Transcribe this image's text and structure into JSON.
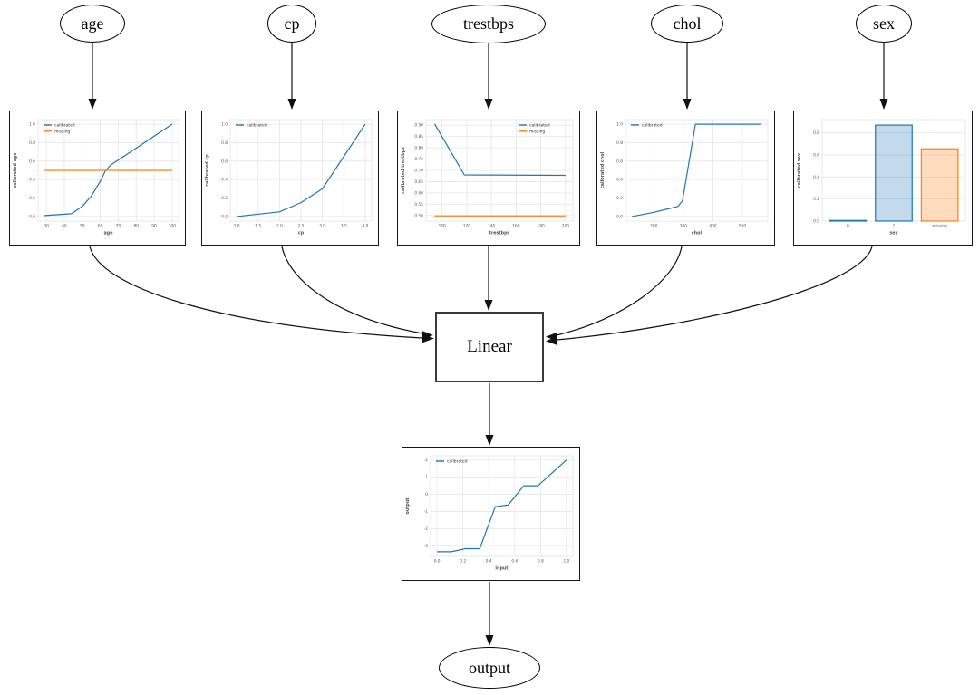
{
  "diagram": {
    "nodes": {
      "age": "age",
      "cp": "cp",
      "trestbps": "trestbps",
      "chol": "chol",
      "sex": "sex",
      "linear": "Linear",
      "output": "output"
    }
  },
  "colors": {
    "calibrated_line": "#1f77b4",
    "missing_line": "#ff7f0e",
    "grid": "#e6e6ea",
    "tick_text": "#555555",
    "edge": "#111111"
  },
  "chart_data": [
    {
      "name": "age-calibrator",
      "type": "line",
      "xlabel": "age",
      "ylabel": "calibrated age",
      "xlim": [
        25.4,
        103.6
      ],
      "ylim": [
        -0.05,
        1.05
      ],
      "xticks": [
        30,
        40,
        50,
        60,
        70,
        80,
        90,
        100
      ],
      "xtick_labels": [
        "30",
        "40",
        "50",
        "60",
        "70",
        "80",
        "90",
        "100"
      ],
      "yticks": [
        0,
        0.2,
        0.4,
        0.6,
        0.8,
        1.0
      ],
      "ytick_labels": [
        "0.0",
        "0.2",
        "0.4",
        "0.6",
        "0.8",
        "1.0"
      ],
      "legend": "nw",
      "series": [
        {
          "name": "calibrated",
          "color": "#1f77b4",
          "points": [
            [
              29,
              0.01
            ],
            [
              44,
              0.03
            ],
            [
              50,
              0.11
            ],
            [
              55,
              0.22
            ],
            [
              60,
              0.38
            ],
            [
              63,
              0.5
            ],
            [
              66,
              0.56
            ],
            [
              100,
              1.0
            ]
          ]
        },
        {
          "name": "missing",
          "color": "#ff7f0e",
          "points": [
            [
              29,
              0.5
            ],
            [
              100,
              0.5
            ]
          ]
        }
      ]
    },
    {
      "name": "cp-calibrator",
      "type": "line",
      "xlabel": "cp",
      "ylabel": "calibrated cp",
      "xlim": [
        0.85,
        4.15
      ],
      "ylim": [
        -0.05,
        1.05
      ],
      "xticks": [
        1,
        1.5,
        2,
        2.5,
        3,
        3.5,
        4
      ],
      "xtick_labels": [
        "1.0",
        "1.5",
        "2.0",
        "2.5",
        "3.0",
        "3.5",
        "4.0"
      ],
      "yticks": [
        0,
        0.2,
        0.4,
        0.6,
        0.8,
        1.0
      ],
      "ytick_labels": [
        "0.0",
        "0.2",
        "0.4",
        "0.6",
        "0.8",
        "1.0"
      ],
      "legend": "nw",
      "series": [
        {
          "name": "calibrated",
          "color": "#1f77b4",
          "points": [
            [
              1,
              0.0
            ],
            [
              2,
              0.05
            ],
            [
              2.5,
              0.15
            ],
            [
              3,
              0.3
            ],
            [
              4,
              1.0
            ]
          ]
        }
      ]
    },
    {
      "name": "trestbps-calibrator",
      "type": "line",
      "xlabel": "trestbps",
      "ylabel": "calibrated trestbps",
      "xlim": [
        87,
        206
      ],
      "ylim": [
        0.475,
        0.925
      ],
      "xticks": [
        100,
        120,
        140,
        160,
        180,
        200
      ],
      "xtick_labels": [
        "100",
        "120",
        "140",
        "160",
        "180",
        "200"
      ],
      "yticks": [
        0.5,
        0.55,
        0.6,
        0.65,
        0.7,
        0.75,
        0.8,
        0.85,
        0.9
      ],
      "ytick_labels": [
        "0.50",
        "0.55",
        "0.60",
        "0.65",
        "0.70",
        "0.75",
        "0.80",
        "0.85",
        "0.90"
      ],
      "legend": "ne",
      "series": [
        {
          "name": "calibrated",
          "color": "#1f77b4",
          "points": [
            [
              94,
              0.905
            ],
            [
              118,
              0.68
            ],
            [
              200,
              0.678
            ]
          ]
        },
        {
          "name": "missing",
          "color": "#ff7f0e",
          "points": [
            [
              94,
              0.498
            ],
            [
              200,
              0.498
            ]
          ]
        }
      ]
    },
    {
      "name": "chol-calibrator",
      "type": "line",
      "xlabel": "chol",
      "ylabel": "calibrated chol",
      "xlim": [
        104,
        586
      ],
      "ylim": [
        -0.05,
        1.05
      ],
      "xticks": [
        200,
        300,
        400,
        500
      ],
      "xtick_labels": [
        "200",
        "300",
        "400",
        "500"
      ],
      "yticks": [
        0,
        0.2,
        0.4,
        0.6,
        0.8,
        1.0
      ],
      "ytick_labels": [
        "0.0",
        "0.2",
        "0.4",
        "0.6",
        "0.8",
        "1.0"
      ],
      "legend": "nw",
      "series": [
        {
          "name": "calibrated",
          "color": "#1f77b4",
          "points": [
            [
              126,
              0.0
            ],
            [
              200,
              0.045
            ],
            [
              245,
              0.08
            ],
            [
              282,
              0.11
            ],
            [
              297,
              0.17
            ],
            [
              341,
              1.0
            ],
            [
              564,
              1.0
            ]
          ]
        }
      ]
    },
    {
      "name": "sex-calibrator",
      "type": "bar",
      "xlabel": "sex",
      "ylabel": "calibrated sex",
      "categories": [
        "0",
        "1",
        "missing"
      ],
      "values": [
        0.006,
        0.87,
        0.655
      ],
      "bar_colors": [
        "#1f77b4",
        "#1f77b4",
        "#ff7f0e"
      ],
      "ylim": [
        0,
        0.92
      ],
      "yticks": [
        0,
        0.2,
        0.4,
        0.6,
        0.8
      ],
      "ytick_labels": [
        "0.0",
        "0.2",
        "0.4",
        "0.6",
        "0.8"
      ],
      "legend": null,
      "series": []
    },
    {
      "name": "output-calibrator",
      "type": "line",
      "xlabel": "input",
      "ylabel": "output",
      "xlim": [
        -0.05,
        1.05
      ],
      "ylim": [
        -3.62,
        2.25
      ],
      "xticks": [
        0,
        0.2,
        0.4,
        0.6,
        0.8,
        1.0
      ],
      "xtick_labels": [
        "0.0",
        "0.2",
        "0.4",
        "0.6",
        "0.8",
        "1.0"
      ],
      "yticks": [
        -3,
        -2,
        -1,
        0,
        1,
        2
      ],
      "ytick_labels": [
        "-3",
        "-2",
        "-1",
        "0",
        "1",
        "2"
      ],
      "legend": "nw",
      "series": [
        {
          "name": "calibrated",
          "color": "#1f77b4",
          "points": [
            [
              0,
              -3.35
            ],
            [
              0.11,
              -3.35
            ],
            [
              0.22,
              -3.17
            ],
            [
              0.33,
              -3.17
            ],
            [
              0.45,
              -0.72
            ],
            [
              0.55,
              -0.62
            ],
            [
              0.67,
              0.5
            ],
            [
              0.78,
              0.5
            ],
            [
              1.0,
              2.0
            ]
          ]
        }
      ]
    }
  ]
}
